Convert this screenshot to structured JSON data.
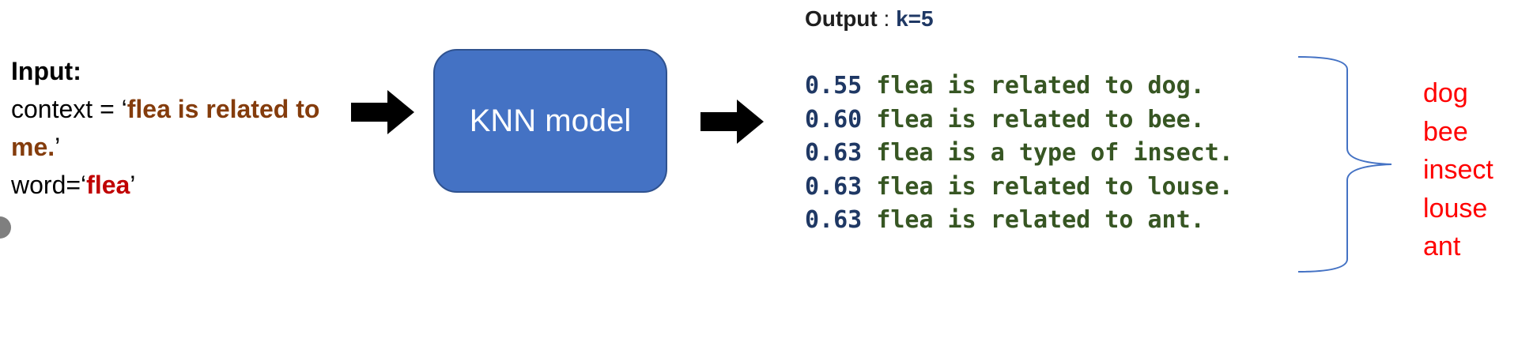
{
  "input": {
    "title": "Input:",
    "context_prefix": "context = ‘",
    "context_value": "flea is related to me.",
    "context_suffix": "’",
    "word_prefix": "word=‘",
    "word_value": "flea",
    "word_suffix": "’"
  },
  "model": {
    "label": "KNN model"
  },
  "output": {
    "label": "Output",
    "separator": " : ",
    "k_label": "k=5",
    "results": [
      {
        "score": "0.55",
        "sentence": "flea is related to dog."
      },
      {
        "score": "0.60",
        "sentence": "flea is related to bee."
      },
      {
        "score": "0.63",
        "sentence": "flea is a type of insect."
      },
      {
        "score": "0.63",
        "sentence": "flea is related to louse."
      },
      {
        "score": "0.63",
        "sentence": "flea is related to ant."
      }
    ]
  },
  "answers": [
    "dog",
    "bee",
    "insect",
    "louse",
    "ant"
  ],
  "colors": {
    "model_fill": "#4472c4",
    "context_highlight": "#843c0c",
    "word_highlight": "#c00000",
    "score": "#1f3864",
    "sentence": "#375623",
    "answer": "#ff0000",
    "brace": "#4472c4"
  }
}
